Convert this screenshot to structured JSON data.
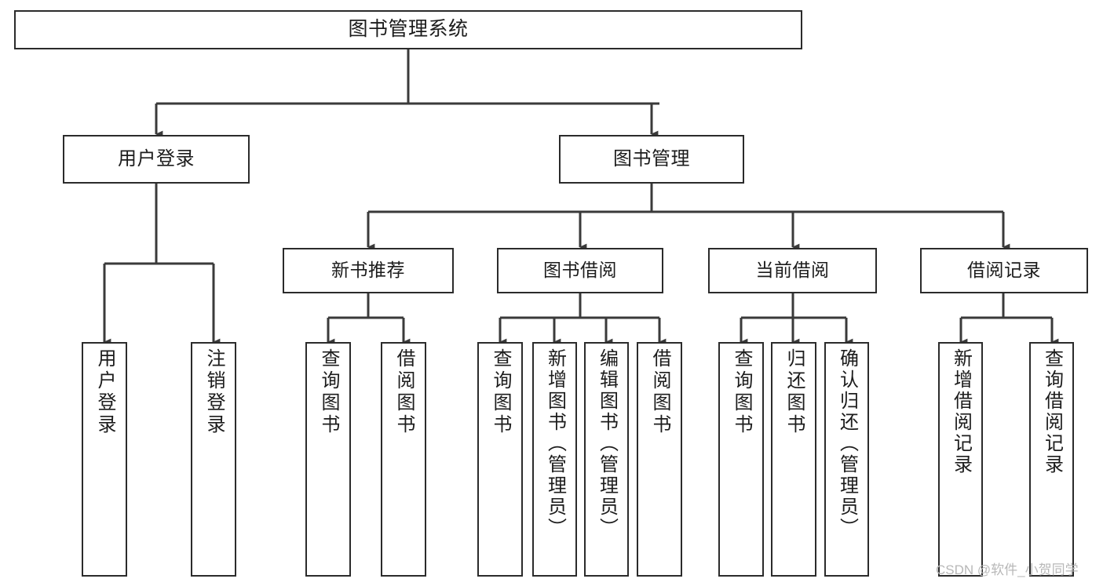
{
  "diagram": {
    "type": "tree-hierarchy",
    "title": "图书管理系统",
    "orientation": "top-down",
    "colors": {
      "background": "#ffffff",
      "box_border": "#2b2b2b",
      "box_fill": "#ffffff",
      "connector": "#3a3a3a",
      "text": "#1c1c1c",
      "watermark": "#b8b8b8"
    },
    "root": {
      "label": "图书管理系统",
      "children": [
        {
          "label": "用户登录",
          "children": [
            {
              "label": "用户登录"
            },
            {
              "label": "注销登录"
            }
          ]
        },
        {
          "label": "图书管理",
          "children": [
            {
              "label": "新书推荐",
              "children": [
                {
                  "label": "查询图书"
                },
                {
                  "label": "借阅图书"
                }
              ]
            },
            {
              "label": "图书借阅",
              "children": [
                {
                  "label": "查询图书"
                },
                {
                  "label": "新增图书（管理员）"
                },
                {
                  "label": "编辑图书（管理员）"
                },
                {
                  "label": "借阅图书"
                }
              ]
            },
            {
              "label": "当前借阅",
              "children": [
                {
                  "label": "查询图书"
                },
                {
                  "label": "归还图书"
                },
                {
                  "label": "确认归还（管理员）"
                }
              ]
            },
            {
              "label": "借阅记录",
              "children": [
                {
                  "label": "新增借阅记录"
                },
                {
                  "label": "查询借阅记录"
                }
              ]
            }
          ]
        }
      ]
    }
  },
  "watermark": {
    "text": "CSDN @软件_小贺同学"
  }
}
